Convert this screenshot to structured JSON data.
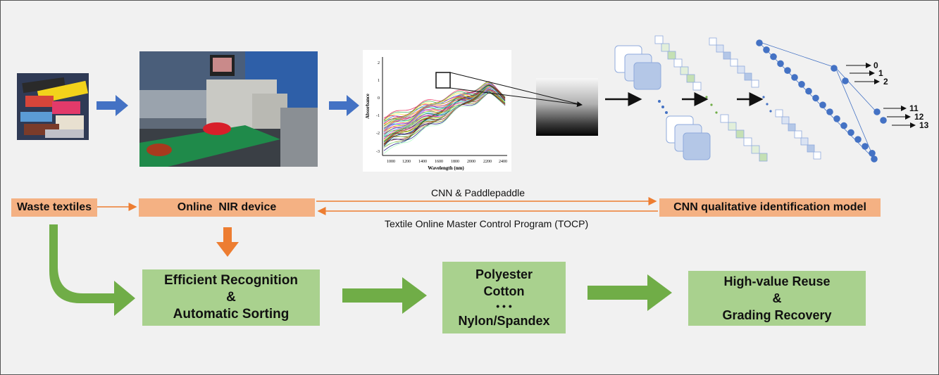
{
  "boxes": {
    "waste_textiles": "Waste textiles",
    "nir_device": "Online  NIR device",
    "cnn_model": "CNN qualitative identification model"
  },
  "links": {
    "top_label": "CNN & Paddlepaddle",
    "bottom_label": "Textile Online Master Control Program (TOCP)"
  },
  "results": {
    "recognition": [
      "Efficient Recognition",
      "&",
      "Automatic Sorting"
    ],
    "materials": [
      "Polyester",
      "Cotton",
      "• • •",
      "Nylon/Spandex"
    ],
    "reuse": [
      "High-value Reuse",
      "&",
      "Grading Recovery"
    ]
  },
  "spectrum": {
    "xlabel": "Wavelength (nm)",
    "ylabel": "Absorbance",
    "xticks": [
      "1000",
      "1200",
      "1400",
      "1600",
      "1800",
      "2000",
      "2200",
      "2400"
    ],
    "yticks": [
      "2",
      "1",
      "0",
      "-1",
      "-2",
      "-3"
    ]
  },
  "outputs": [
    "0",
    "1",
    "2",
    "11",
    "12",
    "13"
  ],
  "colors": {
    "orange_box": "#f4b183",
    "orange_arrow": "#ed7d31",
    "green_box": "#a9d18e",
    "green_arrow": "#70ad47",
    "blue_arrow": "#4472c4",
    "cnn_fill": "#b4c7e7"
  }
}
